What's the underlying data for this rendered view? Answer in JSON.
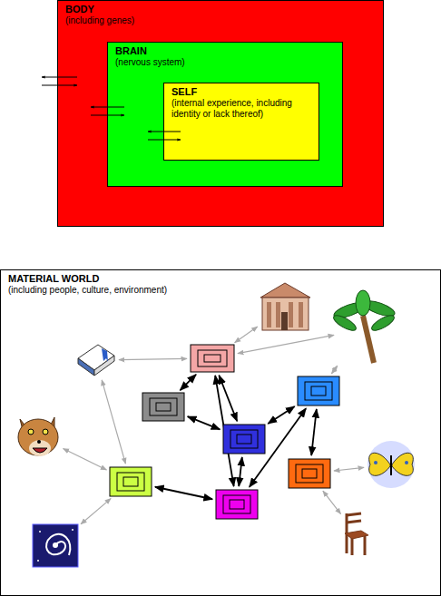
{
  "diagram": {
    "nodes": [
      {
        "text": [
          "BODY",
          "(including genes)"
        ]
      },
      {
        "text": [
          "BRAIN",
          "(nervous system)"
        ],
        "in": 0
      },
      {
        "text": [
          "SELF",
          "(internal experience, including identity or lack thereof)"
        ],
        "in": 1
      },
      {
        "text": [
          "MATERIAL WORLD",
          "(including people, culture, environment)"
        ]
      }
    ]
  }
}
